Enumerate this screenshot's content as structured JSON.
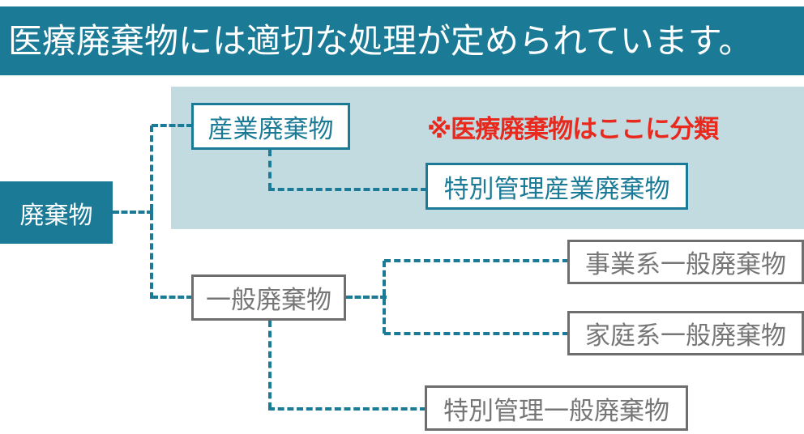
{
  "banner": {
    "title": "医療廃棄物には適切な処理が定められています。"
  },
  "annotation": {
    "text": "※医療廃棄物はここに分類"
  },
  "nodes": {
    "waste": "廃棄物",
    "industrial": "産業廃棄物",
    "special_industrial": "特別管理産業廃棄物",
    "general": "一般廃棄物",
    "business_general": "事業系一般廃棄物",
    "household_general": "家庭系一般廃棄物",
    "special_general": "特別管理一般廃棄物"
  },
  "colors": {
    "teal": "#1b7b96",
    "panel": "#c2dbe1",
    "gray_border": "#6e6e6e",
    "gray_text": "#767676",
    "red": "#e8291e",
    "white": "#ffffff"
  }
}
